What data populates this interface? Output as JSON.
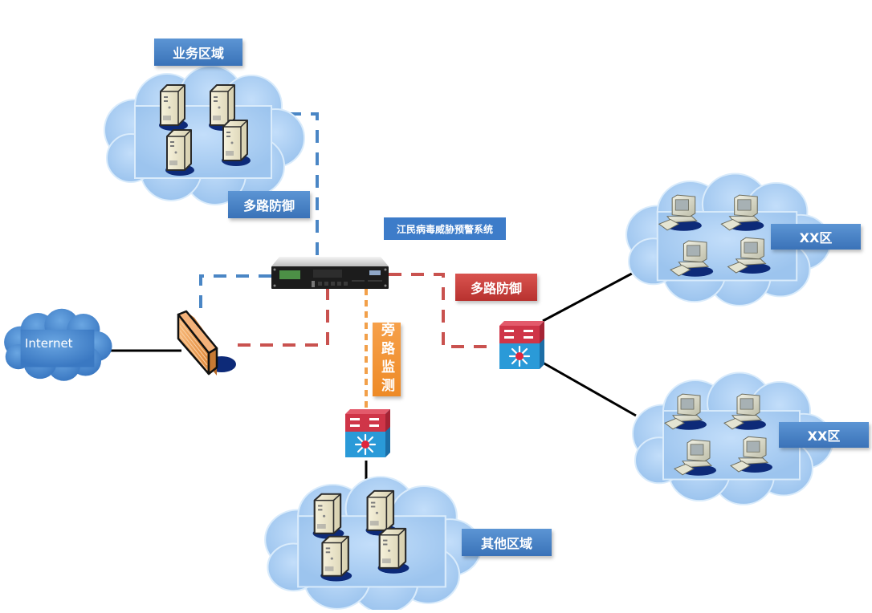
{
  "diagram": {
    "title": "江民病毒威胁预警系统",
    "colors": {
      "cloud": "#a9cdf2",
      "cloud_edge": "#8fb8e4",
      "internet_cloud": "#4f8fd1",
      "blue_dash": "#4a86c5",
      "red_dash": "#c9524f",
      "orange_dash": "#f2a04a",
      "solid_link": "#000000",
      "label_blue": "#3f7cc4",
      "label_red": "#c43c39",
      "label_orange": "#f0912f"
    },
    "labels": {
      "business_zone": "业务区域",
      "multi_defense_top": "多路防御",
      "multi_defense_right": "多路防御",
      "bypass_monitor": "旁路监测",
      "xx_zone_top": "XX区",
      "xx_zone_bottom": "XX区",
      "other_zone": "其他区域",
      "internet": "Internet"
    },
    "nodes": [
      {
        "id": "internet",
        "type": "cloud",
        "label": "Internet"
      },
      {
        "id": "firewall",
        "type": "firewall"
      },
      {
        "id": "appliance",
        "type": "rack-appliance",
        "label": "江民病毒威胁预警系统"
      },
      {
        "id": "core-switch-right",
        "type": "layer3-switch"
      },
      {
        "id": "core-switch-bottom",
        "type": "layer3-switch"
      },
      {
        "id": "business-zone",
        "type": "server-cloud",
        "label": "业务区域",
        "servers": 4
      },
      {
        "id": "xx-zone-top",
        "type": "pc-cloud",
        "label": "XX区",
        "pcs": 4
      },
      {
        "id": "xx-zone-bottom",
        "type": "pc-cloud",
        "label": "XX区",
        "pcs": 4
      },
      {
        "id": "other-zone",
        "type": "server-cloud",
        "label": "其他区域",
        "servers": 4
      }
    ],
    "edges": [
      {
        "from": "internet",
        "to": "firewall",
        "style": "solid"
      },
      {
        "from": "appliance",
        "to": "business-zone",
        "style": "dashed-blue",
        "label": "多路防御"
      },
      {
        "from": "appliance",
        "to": "firewall",
        "style": "dashed-blue"
      },
      {
        "from": "appliance",
        "to": "firewall",
        "style": "dashed-red"
      },
      {
        "from": "appliance",
        "to": "core-switch-right",
        "style": "dashed-red",
        "label": "多路防御"
      },
      {
        "from": "appliance",
        "to": "core-switch-bottom",
        "style": "dashed-orange",
        "label": "旁路监测"
      },
      {
        "from": "core-switch-right",
        "to": "xx-zone-top",
        "style": "solid"
      },
      {
        "from": "core-switch-right",
        "to": "xx-zone-bottom",
        "style": "solid"
      },
      {
        "from": "core-switch-bottom",
        "to": "other-zone",
        "style": "solid"
      }
    ]
  }
}
